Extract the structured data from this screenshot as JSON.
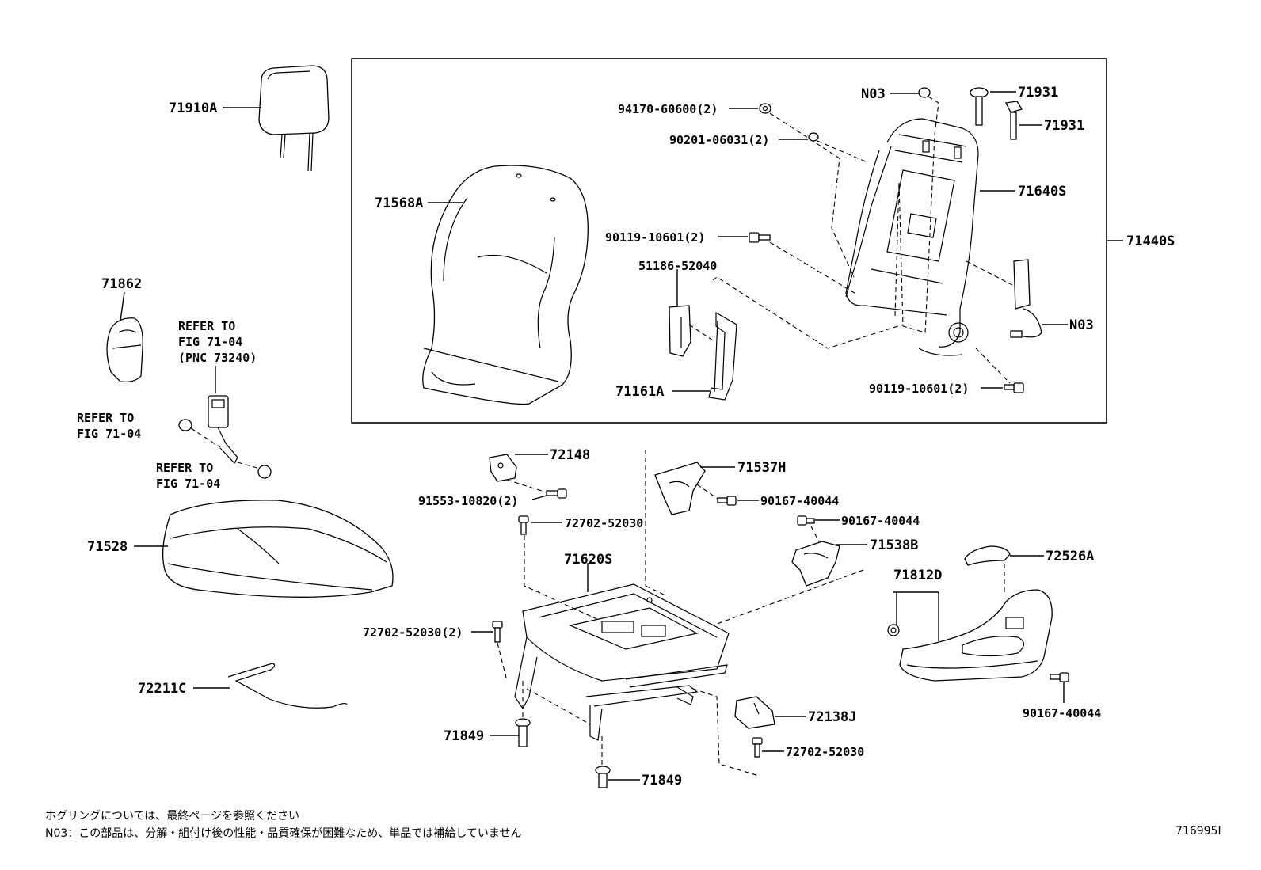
{
  "labels": {
    "p71910A": "71910A",
    "p71568A": "71568A",
    "p94170": "94170-60600(2)",
    "p90201": "90201-06031(2)",
    "pN03a": "N03",
    "p71931a": "71931",
    "p71931b": "71931",
    "p71640S": "71640S",
    "p71440S": "71440S",
    "p90119a": "90119-10601(2)",
    "p51186": "51186-52040",
    "pN03b": "N03",
    "p71161A": "71161A",
    "p90119b": "90119-10601(2)",
    "p71862": "71862",
    "refer1a": "REFER TO",
    "refer1b": "FIG 71-04",
    "refer1c": "(PNC 73240)",
    "refer2a": "REFER TO",
    "refer2b": "FIG 71-04",
    "refer3a": "REFER TO",
    "refer3b": "FIG 71-04",
    "p72148": "72148",
    "p71537H": "71537H",
    "p91553": "91553-10820(2)",
    "p90167a": "90167-40044",
    "p72702a": "72702-52030",
    "p90167b": "90167-40044",
    "p71538B": "71538B",
    "p71528": "71528",
    "p71620S": "71620S",
    "p72526A": "72526A",
    "p71812D": "71812D",
    "p72702b": "72702-52030(2)",
    "p72211C": "72211C",
    "p72138J": "72138J",
    "p90167c": "90167-40044",
    "p71849a": "71849",
    "p72702c": "72702-52030",
    "p71849b": "71849"
  },
  "notes": {
    "line1": "ホグリングについては、最終ページを参照ください",
    "line2": "N03：この部品は、分解・組付け後の性能・品質確保が困難なため、単品では補給していません",
    "figure_id": "716995I"
  }
}
